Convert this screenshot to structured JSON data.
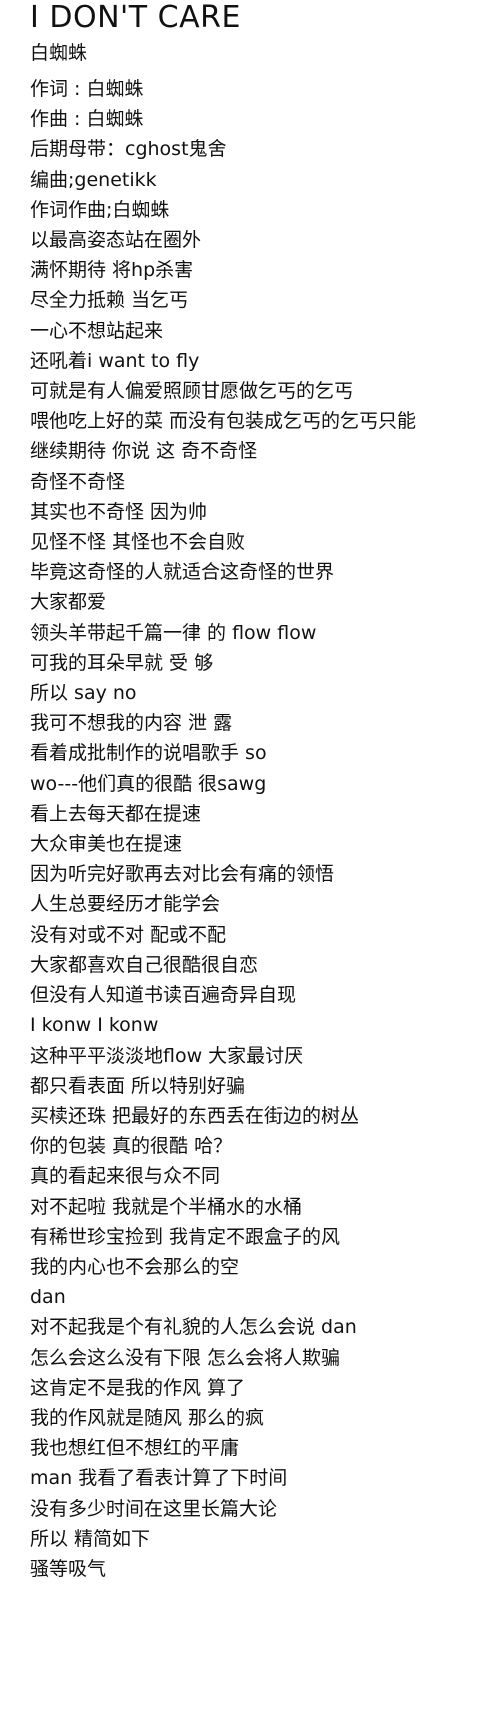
{
  "song": {
    "title": "I DON'T CARE",
    "artist": "白蜘蛛"
  },
  "lyrics": [
    " 作词 : 白蜘蛛",
    " 作曲 : 白蜘蛛",
    "后期母带：cghost鬼舍",
    "编曲;genetikk",
    "作词作曲;白蜘蛛",
    "以最高姿态站在圈外",
    "满怀期待 将hp杀害",
    "尽全力抵赖 当乞丐",
    "一心不想站起来",
    "还吼着i want to fly",
    "可就是有人偏爱照顾甘愿做乞丐的乞丐",
    "喂他吃上好的菜 而没有包装成乞丐的乞丐只能",
    "继续期待 你说 这 奇不奇怪",
    "奇怪不奇怪",
    "其实也不奇怪 因为帅",
    "见怪不怪 其怪也不会自败",
    "毕竟这奇怪的人就适合这奇怪的世界",
    "大家都爱",
    "领头羊带起千篇一律 的 flow flow",
    "可我的耳朵早就 受 够",
    "所以 say no",
    "我可不想我的内容 泄 露",
    "看着成批制作的说唱歌手 so",
    "wo---他们真的很酷 很sawg",
    "看上去每天都在提速",
    "大众审美也在提速",
    "因为听完好歌再去对比会有痛的领悟",
    "人生总要经历才能学会",
    "没有对或不对 配或不配",
    "大家都喜欢自己很酷很自恋",
    "但没有人知道书读百遍奇异自现",
    "I konw I konw",
    "这种平平淡淡地flow 大家最讨厌",
    "都只看表面 所以特别好骗",
    "买椟还珠 把最好的东西丢在街边的树丛",
    "你的包装 真的很酷 哈？",
    "真的看起来很与众不同",
    "对不起啦 我就是个半桶水的水桶",
    "有稀世珍宝捡到 我肯定不跟盒子的风",
    "我的内心也不会那么的空",
    "dan",
    "对不起我是个有礼貌的人怎么会说 dan",
    "怎么会这么没有下限 怎么会将人欺骗",
    "这肯定不是我的作风 算了",
    "我的作风就是随风 那么的疯",
    "我也想红但不想红的平庸",
    "man 我看了看表计算了下时间",
    "没有多少时间在这里长篇大论",
    "所以 精简如下",
    "骚等吸气"
  ]
}
